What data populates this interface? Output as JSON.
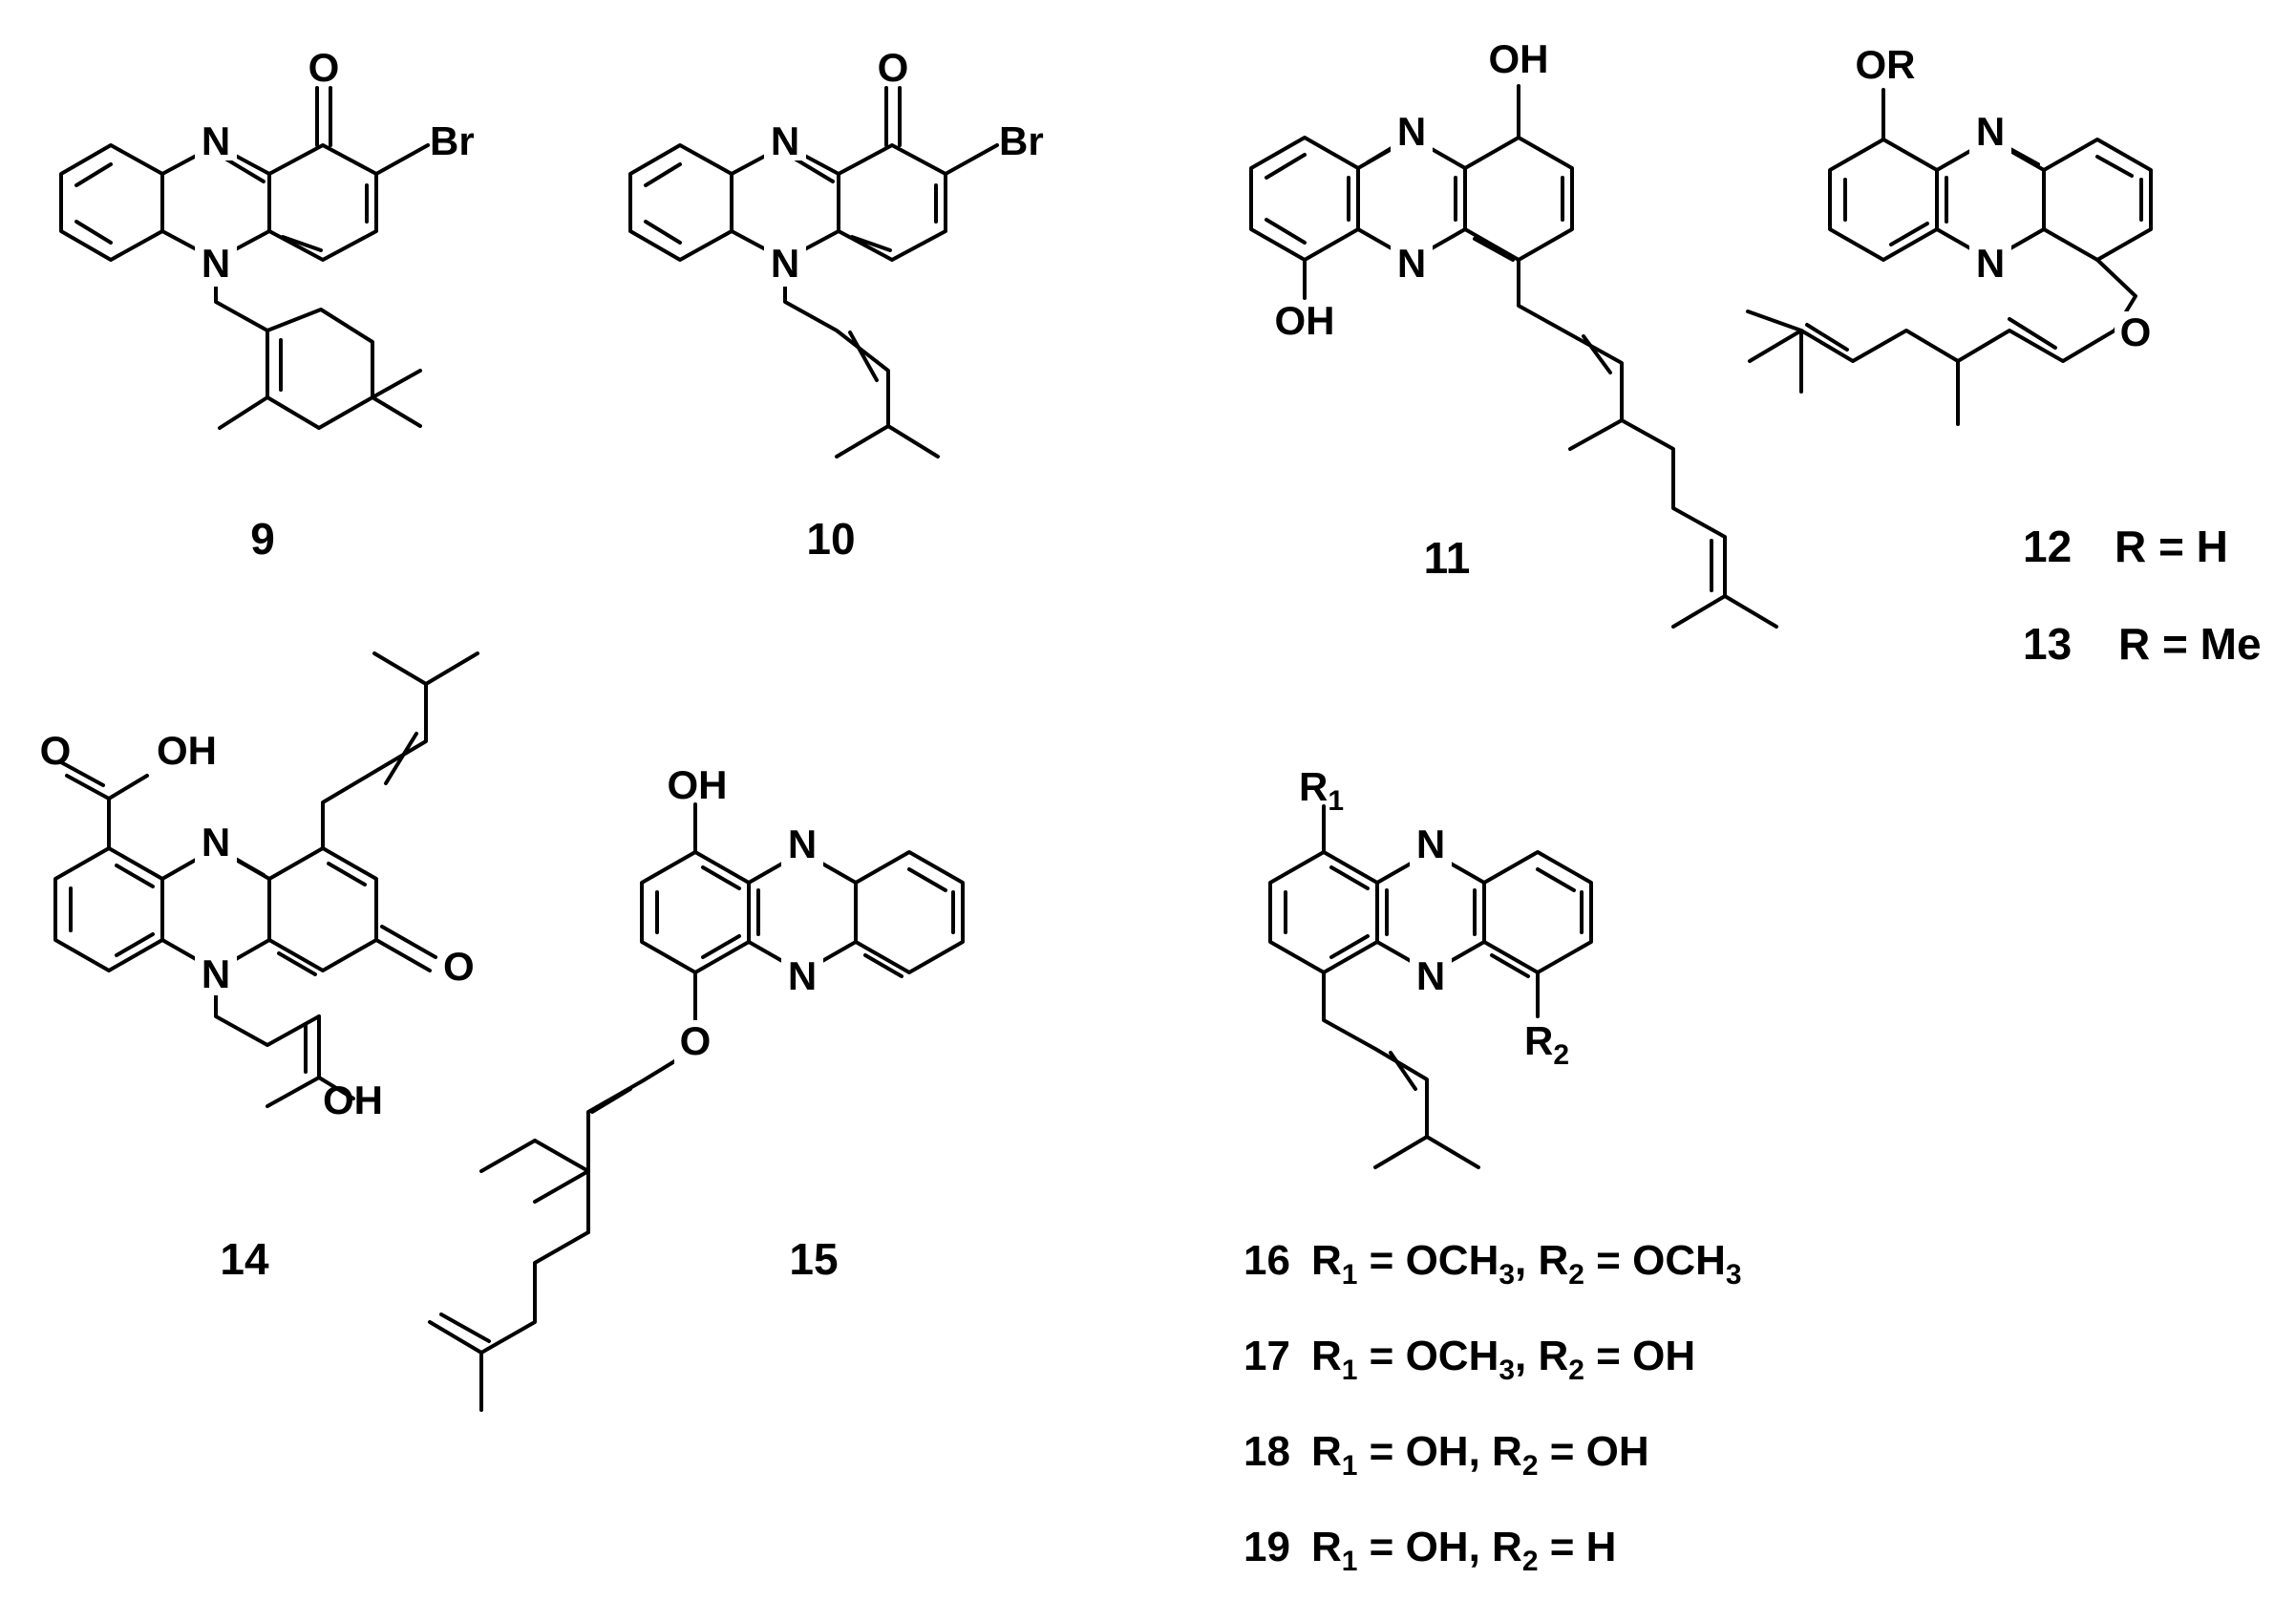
{
  "atoms": {
    "N": "N",
    "O": "O",
    "Br": "Br",
    "OH": "OH",
    "OR": "OR",
    "R": "R",
    "sub1": "1",
    "sub2": "2"
  },
  "compounds": {
    "c9": "9",
    "c10": "10",
    "c11": "11",
    "c12": "12",
    "c12_desc": "R = H",
    "c13": "13",
    "c13_desc": "R = Me",
    "c14": "14",
    "c15": "15",
    "c16": "16",
    "c17": "17",
    "c18": "18",
    "c19": "19"
  },
  "formula_parts": {
    "r1_eq": "R",
    "r2_eq": "R",
    "s1": "1",
    "s2": "2",
    "s3": "3",
    "eq_och": " = OCH",
    "eq_oh": " = OH",
    "eq_h": " = H",
    "comma_r": ", R",
    "och_comma": ", R"
  }
}
